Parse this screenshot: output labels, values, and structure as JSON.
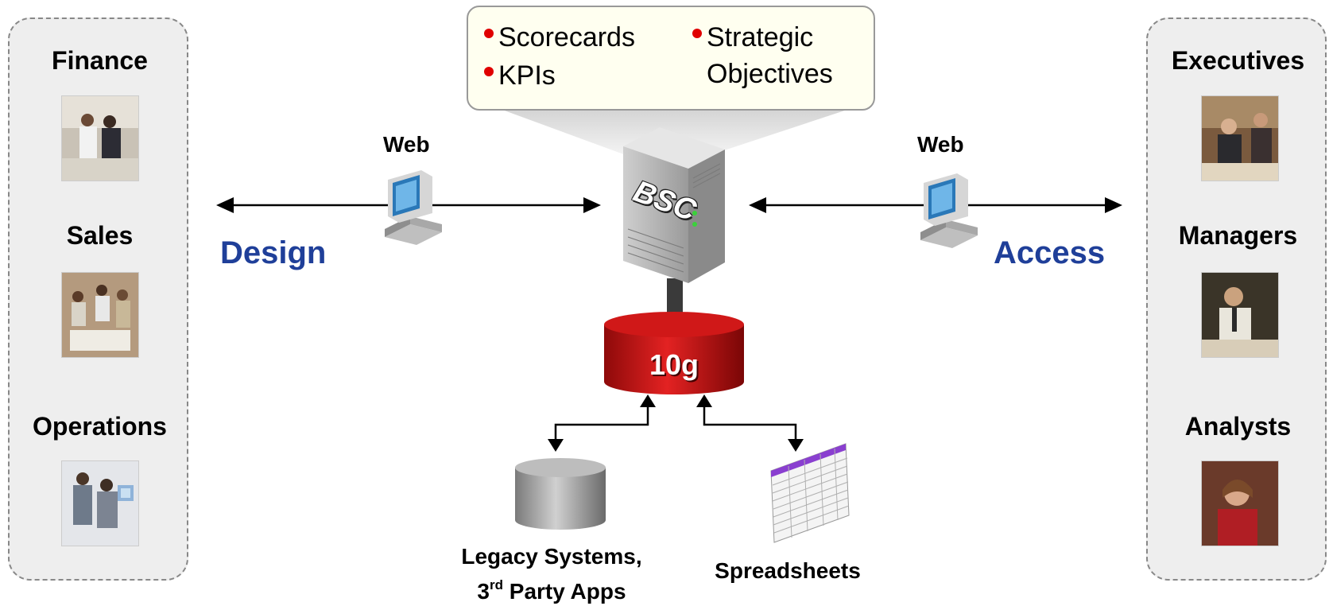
{
  "left_panel": {
    "groups": [
      {
        "label": "Finance"
      },
      {
        "label": "Sales"
      },
      {
        "label": "Operations"
      }
    ]
  },
  "right_panel": {
    "groups": [
      {
        "label": "Executives"
      },
      {
        "label": "Managers"
      },
      {
        "label": "Analysts"
      }
    ]
  },
  "callout": {
    "items": [
      "Scorecards",
      "KPIs",
      "Strategic",
      "Objectives"
    ]
  },
  "web_left": "Web",
  "web_right": "Web",
  "design_label": "Design",
  "access_label": "Access",
  "server_label": "BSC",
  "database_label": "10g",
  "legacy_line1": "Legacy Systems,",
  "legacy_line2_num": "3",
  "legacy_line2_sup": "rd",
  "legacy_line2_rest": " Party Apps",
  "spreadsheets_label": "Spreadsheets",
  "colors": {
    "flow_label": "#1f3f99",
    "bullet": "#e00000",
    "database": "#cc1111",
    "panel_bg": "#eeeeee",
    "callout_bg": "#fffff0"
  }
}
